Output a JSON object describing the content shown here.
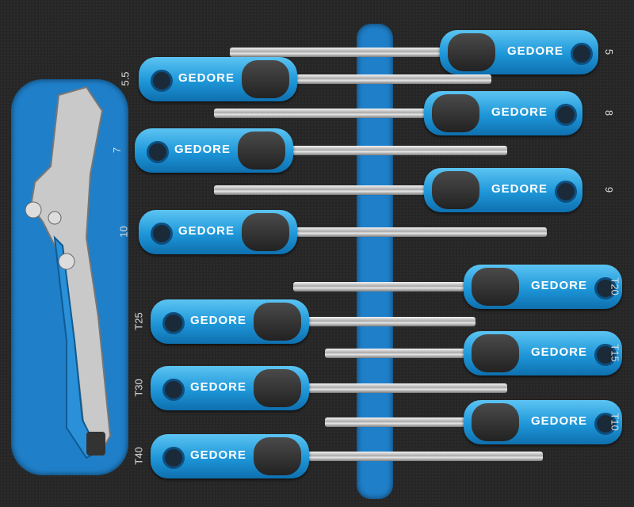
{
  "brand": "GEDORE",
  "colors": {
    "foam": "#262626",
    "cutout": "#1f7fc9",
    "handle": "#1d96d8",
    "grip": "#333333"
  },
  "screwdrivers": [
    {
      "size": "5",
      "handle_side": "right"
    },
    {
      "size": "5.5",
      "handle_side": "left"
    },
    {
      "size": "8",
      "handle_side": "right"
    },
    {
      "size": "7",
      "handle_side": "left"
    },
    {
      "size": "9",
      "handle_side": "right"
    },
    {
      "size": "10",
      "handle_side": "left"
    },
    {
      "size": "T20",
      "handle_side": "right"
    },
    {
      "size": "T25",
      "handle_side": "left"
    },
    {
      "size": "T15",
      "handle_side": "right"
    },
    {
      "size": "T30",
      "handle_side": "left"
    },
    {
      "size": "T10",
      "handle_side": "right"
    },
    {
      "size": "T40",
      "handle_side": "left"
    }
  ]
}
